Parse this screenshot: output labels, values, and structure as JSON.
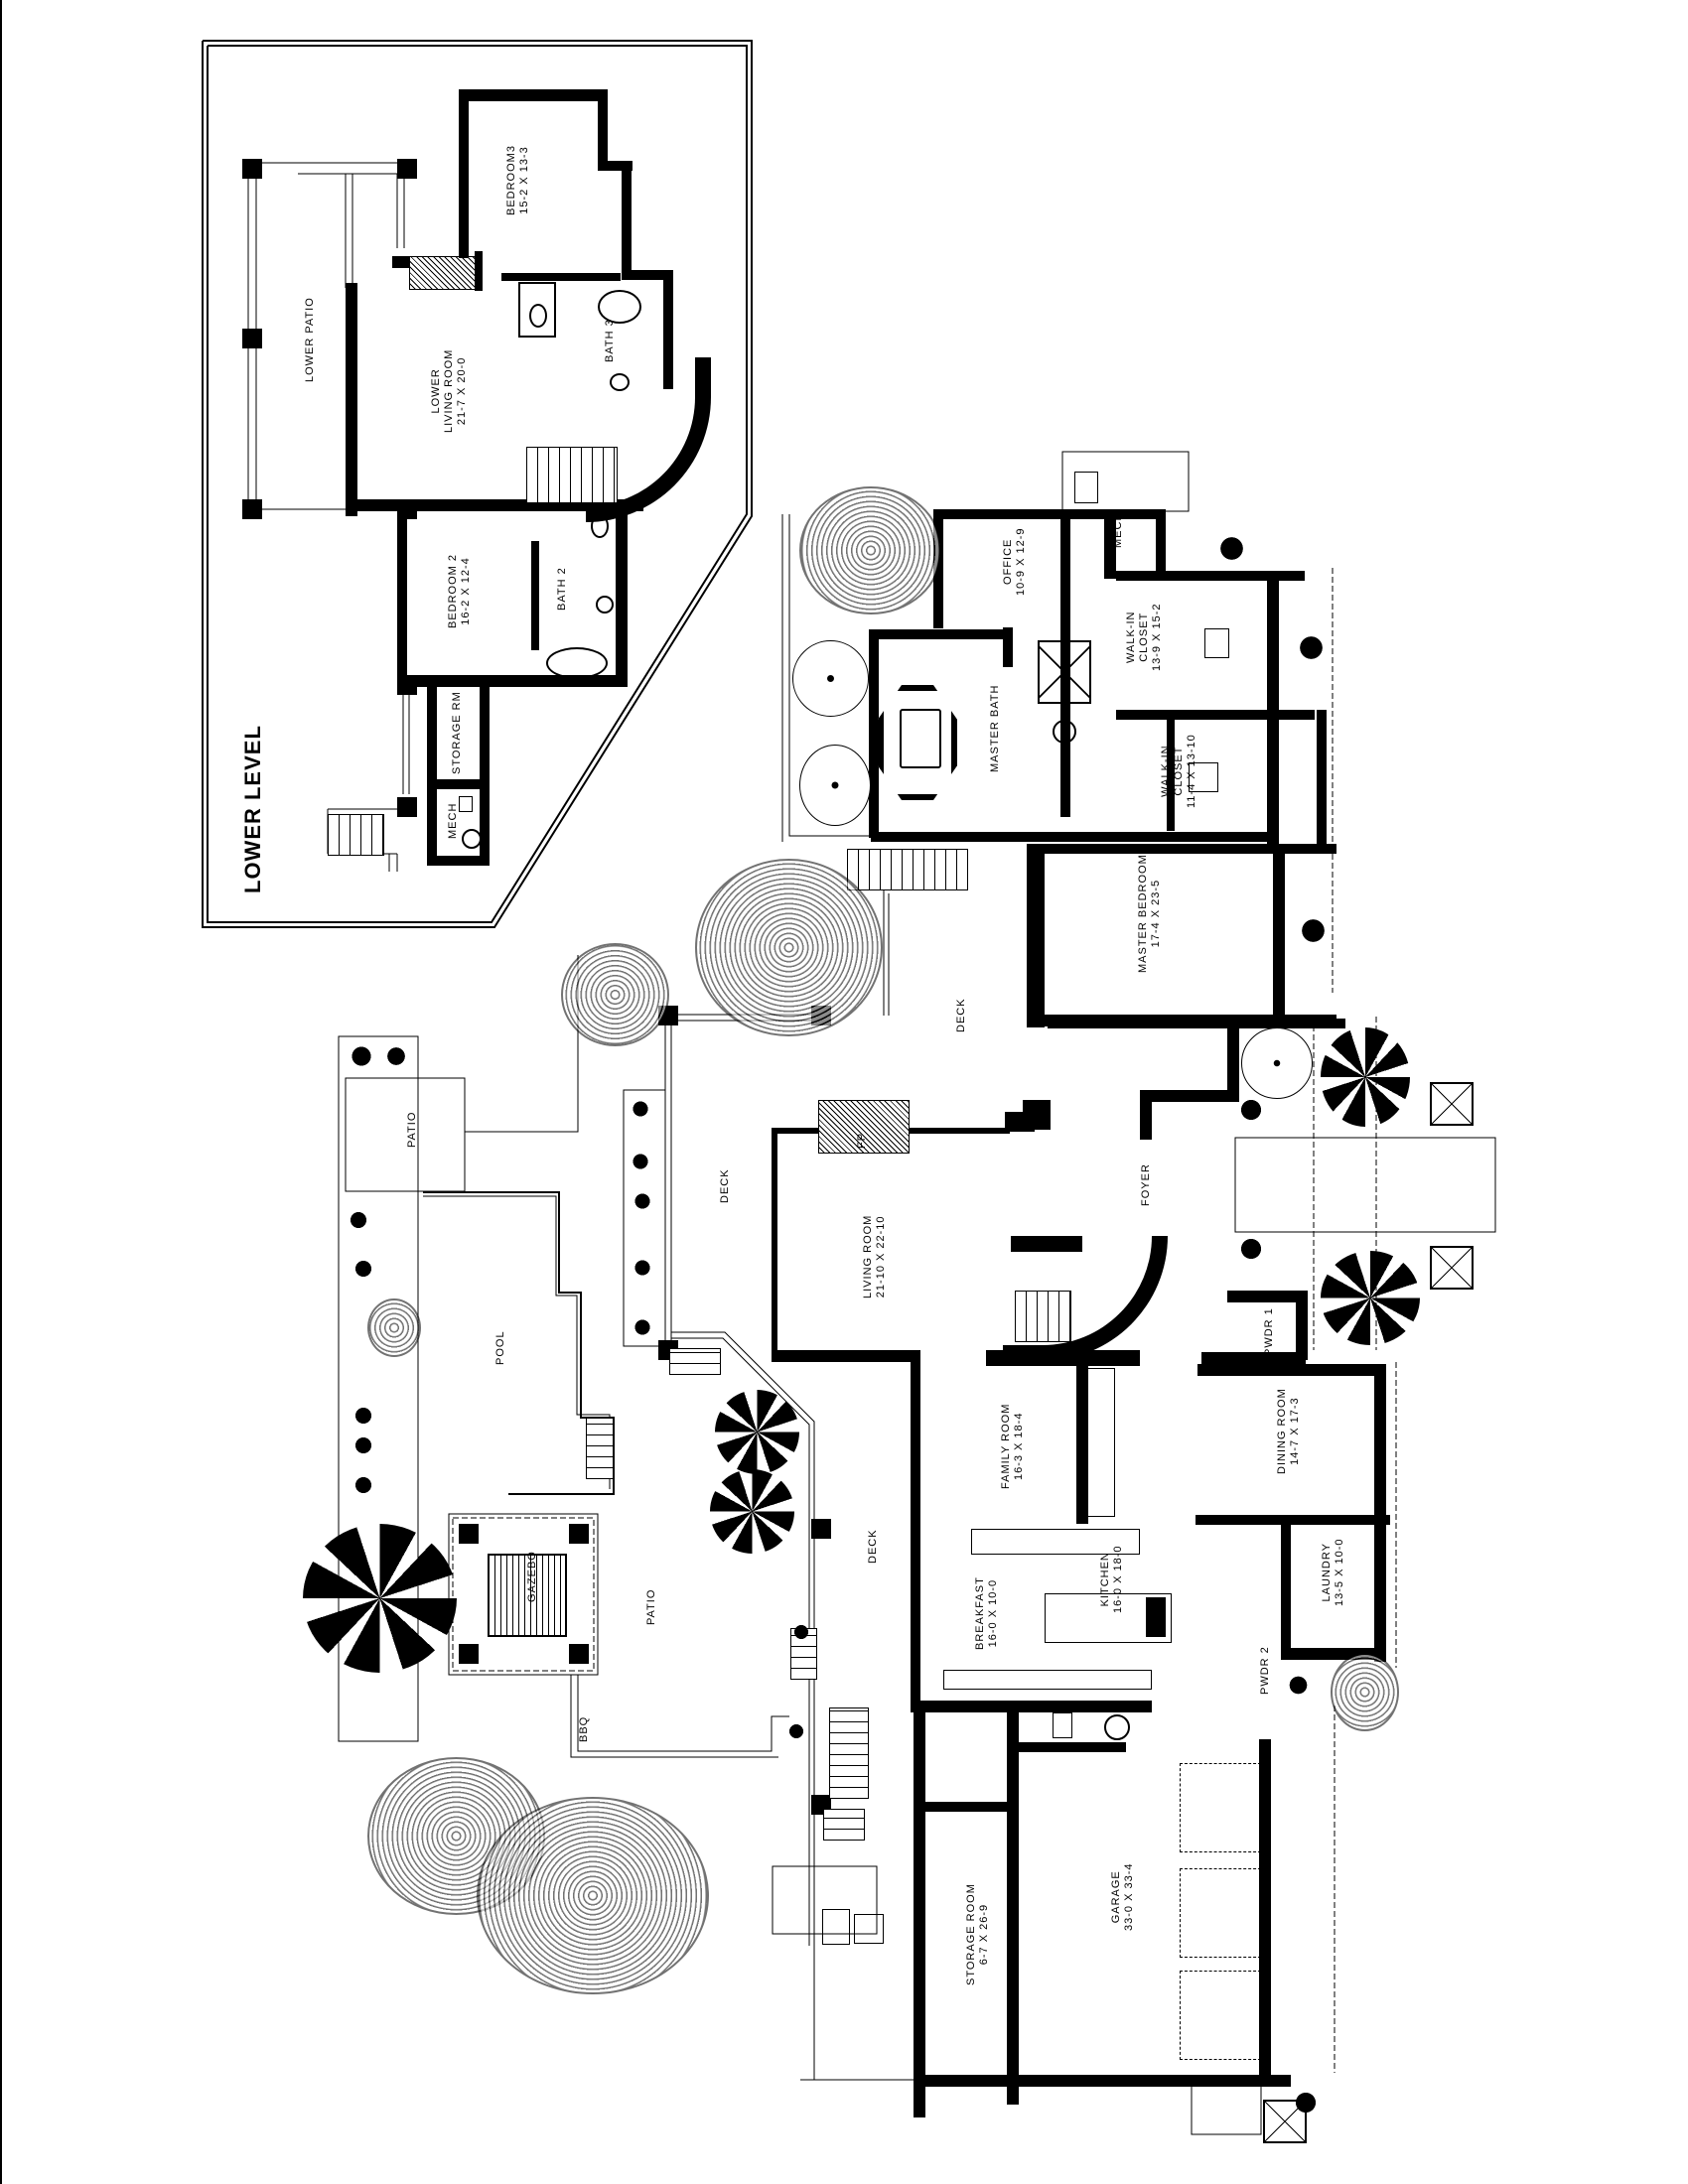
{
  "document": {
    "type": "architectural floor plan",
    "orientation": "rotated 90 degrees counter-clockwise"
  },
  "lower_level": {
    "title": "LOWER LEVEL",
    "rooms": [
      {
        "id": "lower-patio",
        "name": "LOWER PATIO",
        "dims": ""
      },
      {
        "id": "lower-living-room",
        "name": "LOWER LIVING ROOM",
        "name_line1": "LOWER",
        "name_line2": "LIVING ROOM",
        "dims": "21-7 X 20-0"
      },
      {
        "id": "bedroom3",
        "name": "BEDROOM3",
        "dims": "15-2 X 13-3"
      },
      {
        "id": "bath3",
        "name": "BATH 3",
        "dims": ""
      },
      {
        "id": "bedroom2",
        "name": "BEDROOM 2",
        "dims": "16-2 X 12-4"
      },
      {
        "id": "bath2",
        "name": "BATH 2",
        "dims": ""
      },
      {
        "id": "storage-rm",
        "name": "STORAGE RM",
        "dims": ""
      },
      {
        "id": "lower-mech",
        "name": "MECH",
        "dims": ""
      }
    ]
  },
  "main_level": {
    "rooms": [
      {
        "id": "office",
        "name": "OFFICE",
        "dims": "10-9 X 12-9"
      },
      {
        "id": "upper-mech",
        "name": "MECH",
        "dims": ""
      },
      {
        "id": "walk-in-closet-1",
        "name": "WALK-IN CLOSET",
        "name_line1": "WALK-IN",
        "name_line2": "CLOSET",
        "dims": "13-9 X 15-2"
      },
      {
        "id": "walk-in-closet-2",
        "name": "WALK-IN CLOSET",
        "name_line1": "WALK-IN",
        "name_line2": "CLOSET",
        "dims": "11-4 X 13-10"
      },
      {
        "id": "master-bath",
        "name": "MASTER BATH",
        "dims": ""
      },
      {
        "id": "master-bedroom",
        "name": "MASTER BEDROOM",
        "dims": "17-4 X 23-5"
      },
      {
        "id": "living-room",
        "name": "LIVING ROOM",
        "dims": "21-10 X 22-10"
      },
      {
        "id": "fireplace",
        "name": "FP",
        "dims": ""
      },
      {
        "id": "foyer",
        "name": "FOYER",
        "dims": ""
      },
      {
        "id": "pwdr-1",
        "name": "PWDR 1",
        "dims": ""
      },
      {
        "id": "family-room",
        "name": "FAMILY ROOM",
        "dims": "16-3 X 18-4"
      },
      {
        "id": "dining-room",
        "name": "DINING ROOM",
        "dims": "14-7 X 17-3"
      },
      {
        "id": "breakfast",
        "name": "BREAKFAST",
        "dims": "16-0 X 10-0"
      },
      {
        "id": "kitchen",
        "name": "KITCHEN",
        "dims": "16-0 X 18-0"
      },
      {
        "id": "laundry",
        "name": "LAUNDRY",
        "dims": "13-5 X 10-0"
      },
      {
        "id": "pwdr-2",
        "name": "PWDR 2",
        "dims": ""
      },
      {
        "id": "storage-room",
        "name": "STORAGE ROOM",
        "dims": "6-7 X 26-9"
      },
      {
        "id": "garage",
        "name": "GARAGE",
        "dims": "33-0 X 33-4"
      }
    ],
    "outdoor": [
      {
        "id": "deck-top",
        "name": "DECK"
      },
      {
        "id": "deck-left",
        "name": "DECK"
      },
      {
        "id": "deck-bottom",
        "name": "DECK"
      },
      {
        "id": "patio-upper",
        "name": "PATIO"
      },
      {
        "id": "pool",
        "name": "POOL"
      },
      {
        "id": "gazebo",
        "name": "GAZEBO"
      },
      {
        "id": "patio-lower",
        "name": "PATIO"
      },
      {
        "id": "bbq",
        "name": "BBQ"
      }
    ]
  }
}
